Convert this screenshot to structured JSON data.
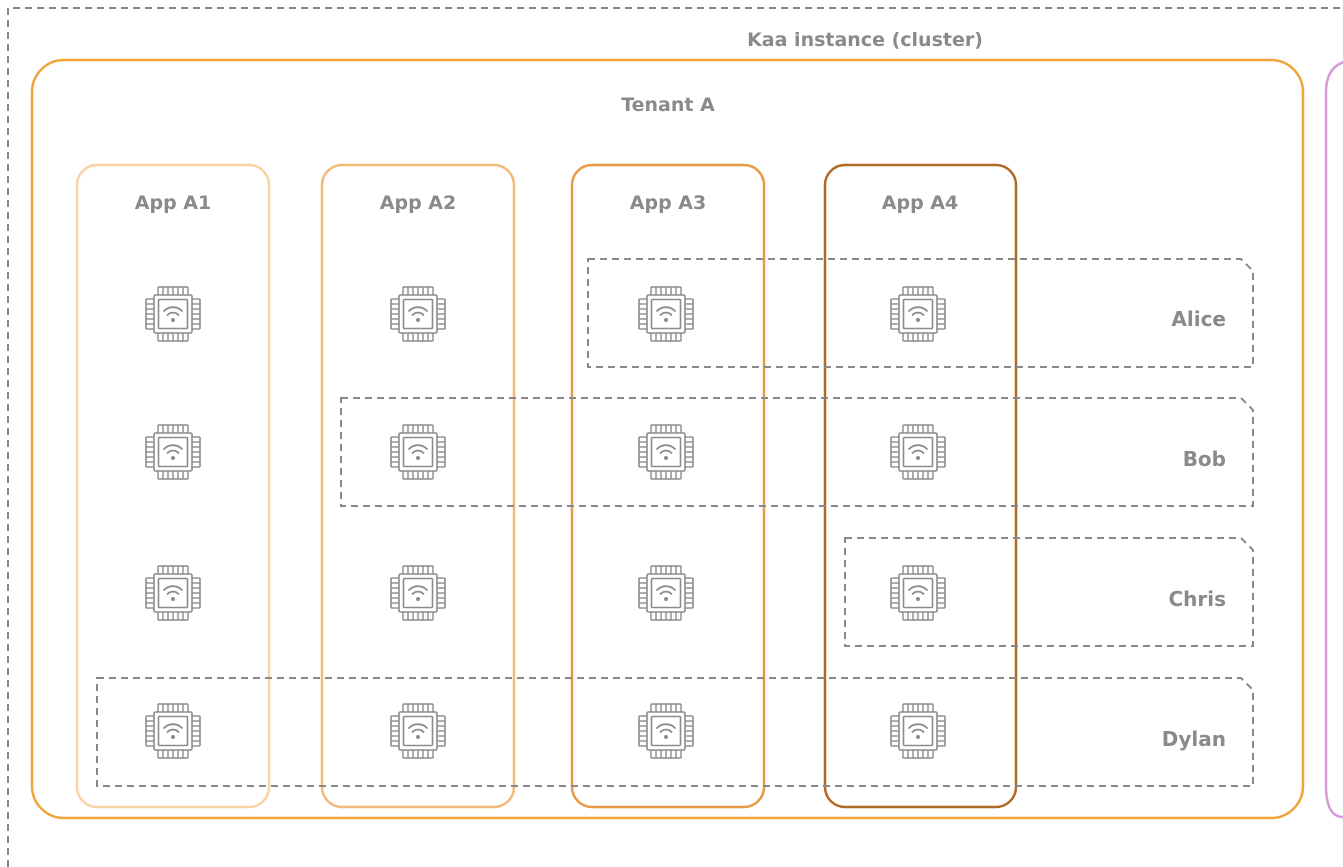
{
  "cluster": {
    "label": "Kaa instance (cluster)"
  },
  "tenant": {
    "label": "Tenant A"
  },
  "apps": [
    {
      "label": "App A1",
      "color": "#f9d3a4"
    },
    {
      "label": "App A2",
      "color": "#f3b978"
    },
    {
      "label": "App A3",
      "color": "#e79a45"
    },
    {
      "label": "App A4",
      "color": "#b06a28"
    }
  ],
  "users": [
    {
      "label": "Alice",
      "apps": [
        3,
        4
      ]
    },
    {
      "label": "Bob",
      "apps": [
        2,
        3,
        4
      ]
    },
    {
      "label": "Chris",
      "apps": [
        4
      ]
    },
    {
      "label": "Dylan",
      "apps": [
        1,
        2,
        3,
        4
      ]
    }
  ],
  "device": {
    "icon": "chip-wifi-icon"
  },
  "colors": {
    "tenant_border": "#f0a43a",
    "adjacent_border": "#d89ad8",
    "dashed": "#888888",
    "icon": "#8c8c8c"
  }
}
